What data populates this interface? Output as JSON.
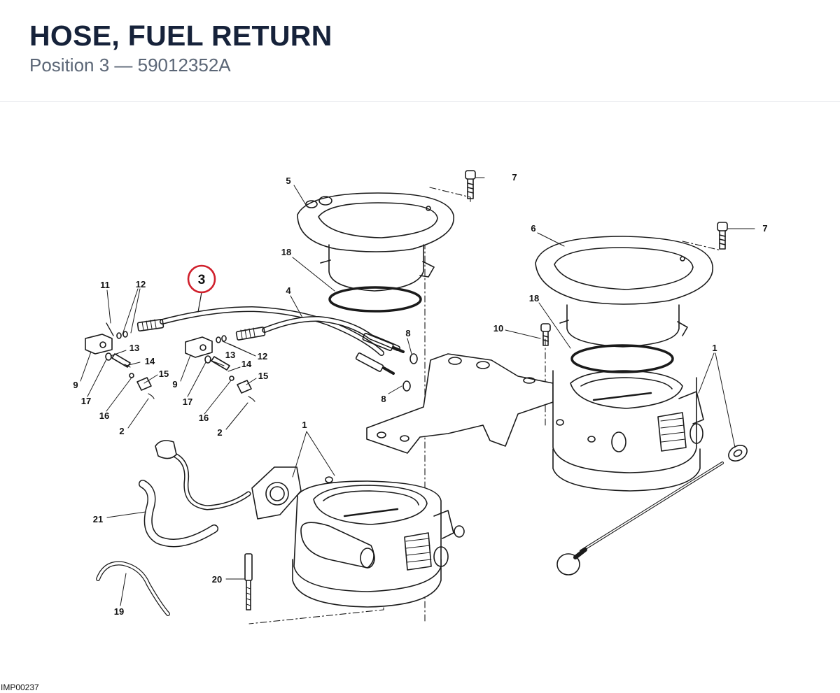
{
  "header": {
    "title": "HOSE, FUEL RETURN",
    "subtitle": "Position 3 — 59012352A"
  },
  "highlight": {
    "label": "3",
    "color": "#d0202c"
  },
  "callouts": [
    {
      "label": "5"
    },
    {
      "label": "7"
    },
    {
      "label": "7"
    },
    {
      "label": "6"
    },
    {
      "label": "18"
    },
    {
      "label": "18"
    },
    {
      "label": "11"
    },
    {
      "label": "12"
    },
    {
      "label": "4"
    },
    {
      "label": "8"
    },
    {
      "label": "8"
    },
    {
      "label": "10"
    },
    {
      "label": "1"
    },
    {
      "label": "13"
    },
    {
      "label": "13"
    },
    {
      "label": "14"
    },
    {
      "label": "14"
    },
    {
      "label": "15"
    },
    {
      "label": "15"
    },
    {
      "label": "12"
    },
    {
      "label": "9"
    },
    {
      "label": "9"
    },
    {
      "label": "17"
    },
    {
      "label": "17"
    },
    {
      "label": "16"
    },
    {
      "label": "16"
    },
    {
      "label": "2"
    },
    {
      "label": "2"
    },
    {
      "label": "1"
    },
    {
      "label": "21"
    },
    {
      "label": "20"
    },
    {
      "label": "19"
    }
  ],
  "footer": {
    "image_code": "IMP00237"
  }
}
